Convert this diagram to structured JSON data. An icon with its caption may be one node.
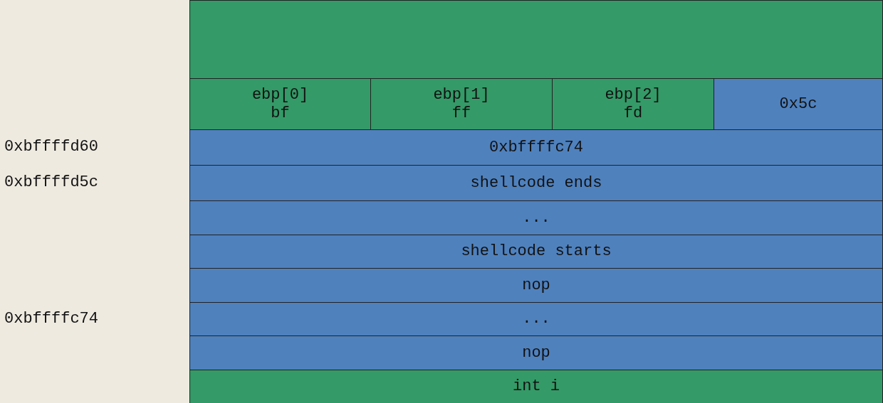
{
  "diagram": {
    "nodes": [
      {
        "text": [],
        "shape": "box"
      },
      {
        "text": [
          "ebp[0]",
          "bf"
        ]
      },
      {
        "text": [
          "ebp[1]",
          "ff"
        ]
      },
      {
        "text": [
          "ebp[2]",
          "fd"
        ]
      },
      {
        "text": [
          "0x5c"
        ]
      },
      {
        "text": [
          "0xbffffc74"
        ]
      },
      {
        "text": [
          "shellcode ends"
        ]
      },
      {
        "text": [
          "..."
        ]
      },
      {
        "text": [
          "shellcode starts"
        ]
      },
      {
        "text": [
          "nop"
        ]
      },
      {
        "text": [
          "..."
        ]
      },
      {
        "text": [
          "nop"
        ]
      },
      {
        "text": [
          "int i"
        ]
      }
    ],
    "labels": [
      "0xbffffd60",
      "0xbffffd5c",
      "0xbffffc74"
    ]
  }
}
